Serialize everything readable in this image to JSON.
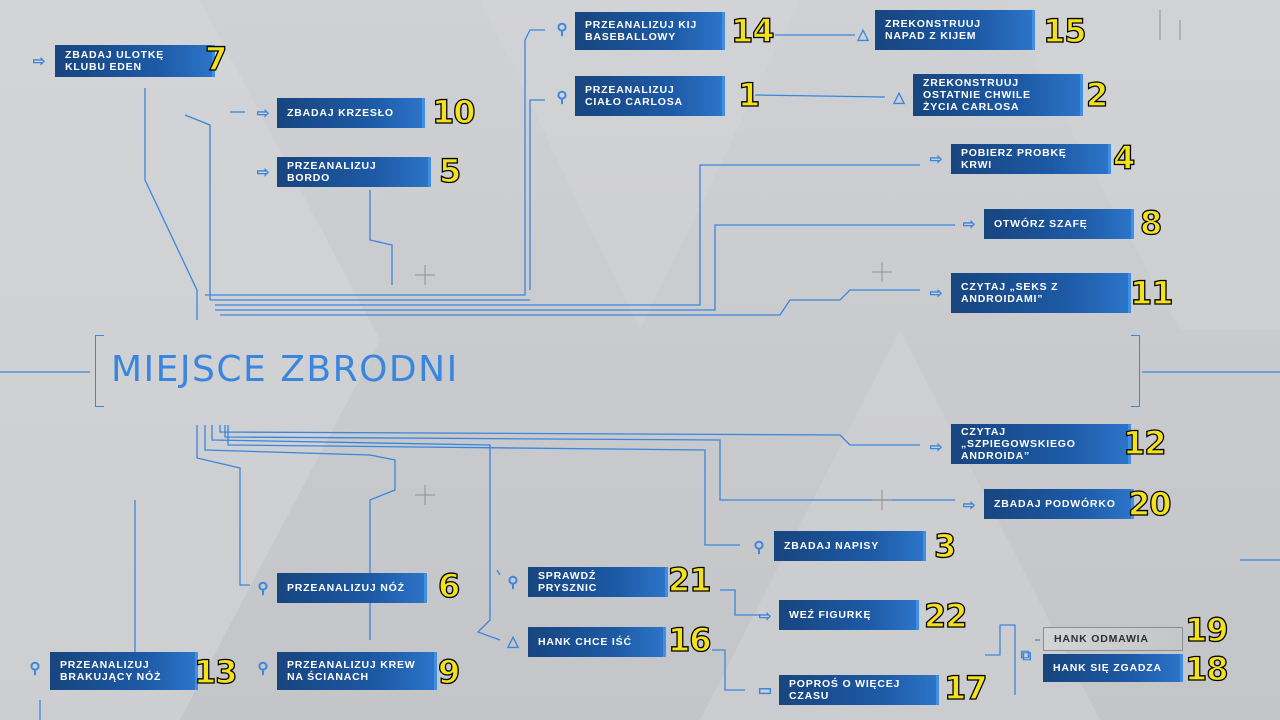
{
  "title": "MIEJSCE ZBRODNI",
  "nodes": [
    {
      "id": "n7",
      "label": "ZBADAJ ULOTKĘ KLUBU EDEN",
      "number": "7",
      "icon": "arrow-icon",
      "style": "blue"
    },
    {
      "id": "n10",
      "label": "ZBADAJ KRZESŁO",
      "number": "10",
      "icon": "arrow-icon",
      "style": "blue"
    },
    {
      "id": "n5",
      "label": "PRZEANALIZUJ BORDO",
      "number": "5",
      "icon": "arrow-icon",
      "style": "blue"
    },
    {
      "id": "n14",
      "label": "PRZEANALIZUJ KIJ BASEBALLOWY",
      "number": "14",
      "icon": "search-icon",
      "style": "blue"
    },
    {
      "id": "n1",
      "label": "PRZEANALIZUJ CIAŁO CARLOSA",
      "number": "1",
      "icon": "search-icon",
      "style": "blue"
    },
    {
      "id": "n15",
      "label": "ZREKONSTRUUJ NAPAD Z KIJEM",
      "number": "15",
      "icon": "triangle-icon",
      "style": "blue"
    },
    {
      "id": "n2",
      "label": "ZREKONSTRUUJ OSTATNIE CHWILE ŻYCIA CARLOSA",
      "number": "2",
      "icon": "triangle-icon",
      "style": "blue"
    },
    {
      "id": "n4",
      "label": "POBIERZ PROBKĘ KRWI",
      "number": "4",
      "icon": "arrow-icon",
      "style": "blue"
    },
    {
      "id": "n8",
      "label": "OTWÓRZ SZAFĘ",
      "number": "8",
      "icon": "arrow-icon",
      "style": "blue"
    },
    {
      "id": "n11",
      "label": "CZYTAJ „SEKS Z ANDROIDAMI”",
      "number": "11",
      "icon": "arrow-icon",
      "style": "blue"
    },
    {
      "id": "n12",
      "label": "CZYTAJ „SZPIEGOWSKIEGO ANDROIDA”",
      "number": "12",
      "icon": "arrow-icon",
      "style": "blue"
    },
    {
      "id": "n20",
      "label": "ZBADAJ PODWÓRKO",
      "number": "20",
      "icon": "arrow-icon",
      "style": "blue"
    },
    {
      "id": "n3",
      "label": "ZBADAJ NAPISY",
      "number": "3",
      "icon": "search-icon",
      "style": "blue"
    },
    {
      "id": "n6",
      "label": "PRZEANALIZUJ NÓŻ",
      "number": "6",
      "icon": "search-icon",
      "style": "blue"
    },
    {
      "id": "n21",
      "label": "SPRAWDŹ PRYSZNIC",
      "number": "21",
      "icon": "search-icon",
      "style": "blue"
    },
    {
      "id": "n22",
      "label": "WEŹ FIGURKĘ",
      "number": "22",
      "icon": "arrow-icon",
      "style": "blue"
    },
    {
      "id": "n16",
      "label": "HANK CHCE IŚĆ",
      "number": "16",
      "icon": "triangle-icon",
      "style": "blue"
    },
    {
      "id": "n17",
      "label": "POPROŚ O WIĘCEJ CZASU",
      "number": "17",
      "icon": "speech-icon",
      "style": "blue"
    },
    {
      "id": "n19",
      "label": "HANK ODMAWIA",
      "number": "19",
      "icon": "",
      "style": "gray"
    },
    {
      "id": "n18",
      "label": "HANK SIĘ ZGADZA",
      "number": "18",
      "icon": "",
      "style": "blue"
    },
    {
      "id": "n13",
      "label": "PRZEANALIZUJ BRAKUJĄCY NÓŻ",
      "number": "13",
      "icon": "search-icon",
      "style": "blue"
    },
    {
      "id": "n9",
      "label": "PRZEANALIZUJ KREW NA ŚCIANACH",
      "number": "9",
      "icon": "search-icon",
      "style": "blue"
    }
  ],
  "colors": {
    "accent": "#3a86de",
    "node": "#1d5aa6",
    "number": "#f3e21b",
    "background": "#c9cbce"
  }
}
